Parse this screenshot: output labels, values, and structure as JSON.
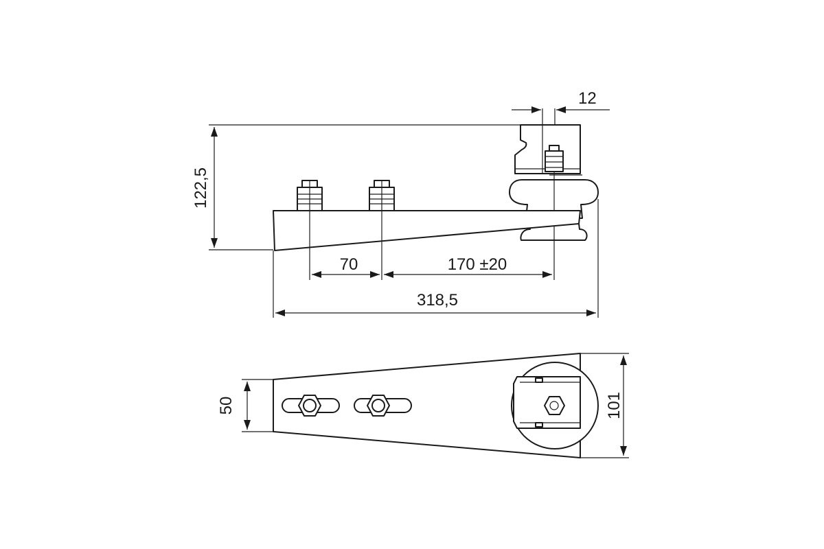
{
  "drawing": {
    "dimensions": {
      "top_width": "12",
      "height": "122,5",
      "bolt_spacing": "70",
      "bolt_to_clamp": "170 ±20",
      "overall_length": "318,5",
      "narrow_width": "50",
      "wide_width": "101"
    }
  }
}
